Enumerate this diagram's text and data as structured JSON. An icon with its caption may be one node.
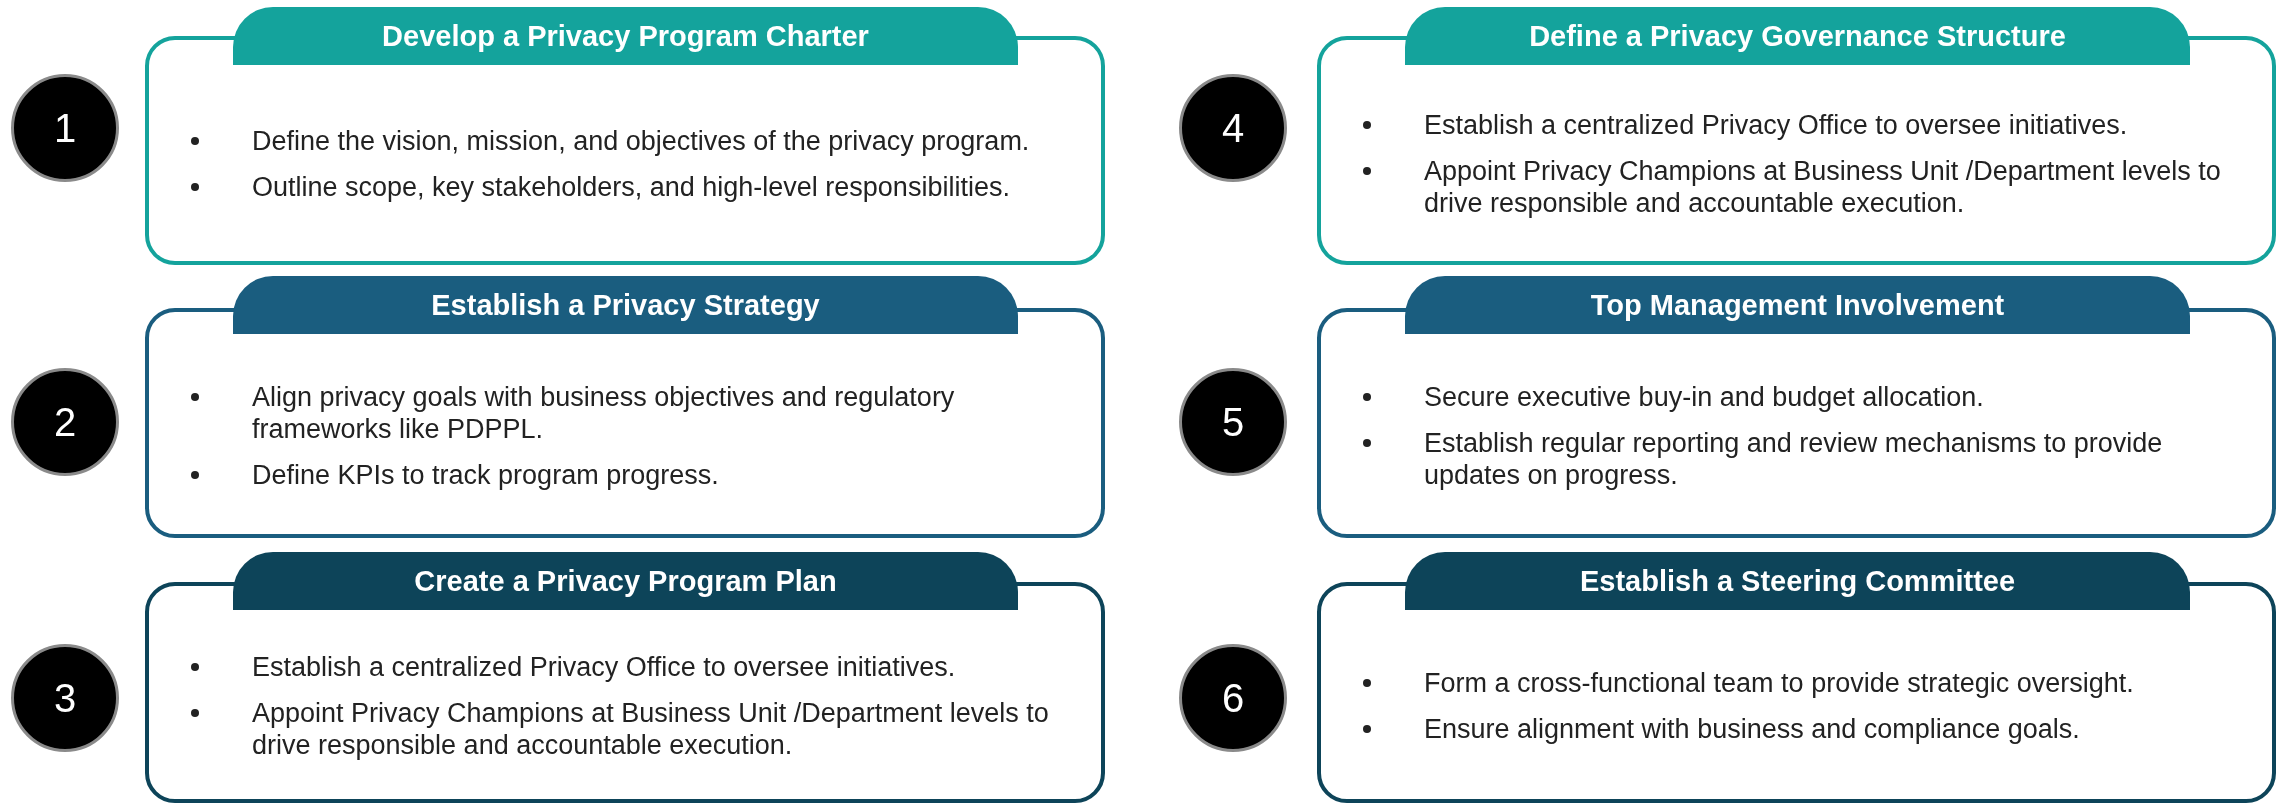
{
  "diagram": {
    "nodes": [
      {
        "text": [
          "1"
        ]
      },
      {
        "text": [
          "Develop a Privacy Program Charter",
          "Define the vision, mission, and objectives of the privacy program.",
          "Outline scope, key stakeholders, and high-level responsibilities."
        ]
      },
      {
        "text": [
          "2"
        ]
      },
      {
        "text": [
          "Establish a Privacy Strategy",
          "Align privacy goals with business objectives and regulatory frameworks like PDPPL.",
          "Define KPIs to track program progress."
        ]
      },
      {
        "text": [
          "3"
        ]
      },
      {
        "text": [
          "Create a Privacy Program Plan",
          "Establish a centralized Privacy Office to oversee initiatives.",
          "Appoint Privacy Champions at Business Unit /Department levels to drive responsible and accountable execution."
        ]
      },
      {
        "text": [
          "4"
        ]
      },
      {
        "text": [
          "Define a Privacy Governance Structure",
          "Establish a centralized Privacy Office to oversee initiatives.",
          "Appoint Privacy Champions at Business Unit /Department levels to drive responsible and accountable execution."
        ]
      },
      {
        "text": [
          "5"
        ]
      },
      {
        "text": [
          "Top Management Involvement",
          "Secure executive buy-in and budget allocation.",
          "Establish regular reporting and review mechanisms to provide updates on progress."
        ]
      },
      {
        "text": [
          "6"
        ]
      },
      {
        "text": [
          "Establish a Steering Committee",
          "Form a cross-functional team to provide strategic oversight.",
          "Ensure alignment with business and compliance goals."
        ]
      }
    ]
  }
}
